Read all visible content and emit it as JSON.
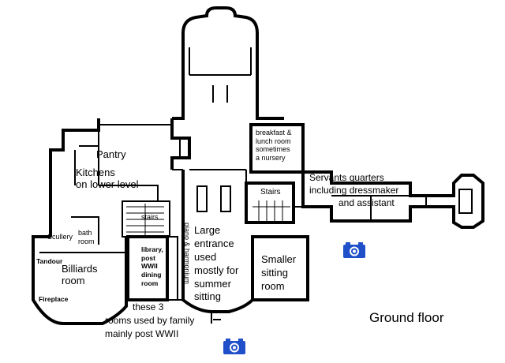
{
  "labels": {
    "pantry": "Pantry",
    "kitchens": [
      "Kitchens",
      "on lower level"
    ],
    "breakfast": [
      "breakfast &",
      "lunch room",
      "sometimes",
      "a nursery"
    ],
    "servants": [
      "Servants quarters",
      "including dressmaker",
      "and assistant"
    ],
    "stairs_main": "Stairs",
    "stairs_small": "stairs",
    "scullery": "Scullery",
    "bath": [
      "bath",
      "room"
    ],
    "tandour": "Tandour",
    "billiards": [
      "Billiards",
      "room"
    ],
    "fireplace": "Fireplace",
    "library": [
      "library,",
      "post",
      "WWII",
      "dining",
      "room"
    ],
    "piano": "piano & harmonium",
    "large_entrance": [
      "Large",
      "entrance",
      "used",
      "mostly for",
      "summer",
      "sitting"
    ],
    "smaller_sitting": [
      "Smaller",
      "sitting",
      "room"
    ],
    "family_note": [
      "these 3",
      "rooms used by family",
      "mainly post WWII"
    ]
  },
  "legend": {
    "ground_floor": "Ground floor"
  },
  "icons": [
    "camera-icon",
    "camera-icon"
  ],
  "colors": {
    "camera_blue": "#1f4fc9",
    "walls": "#000000"
  }
}
